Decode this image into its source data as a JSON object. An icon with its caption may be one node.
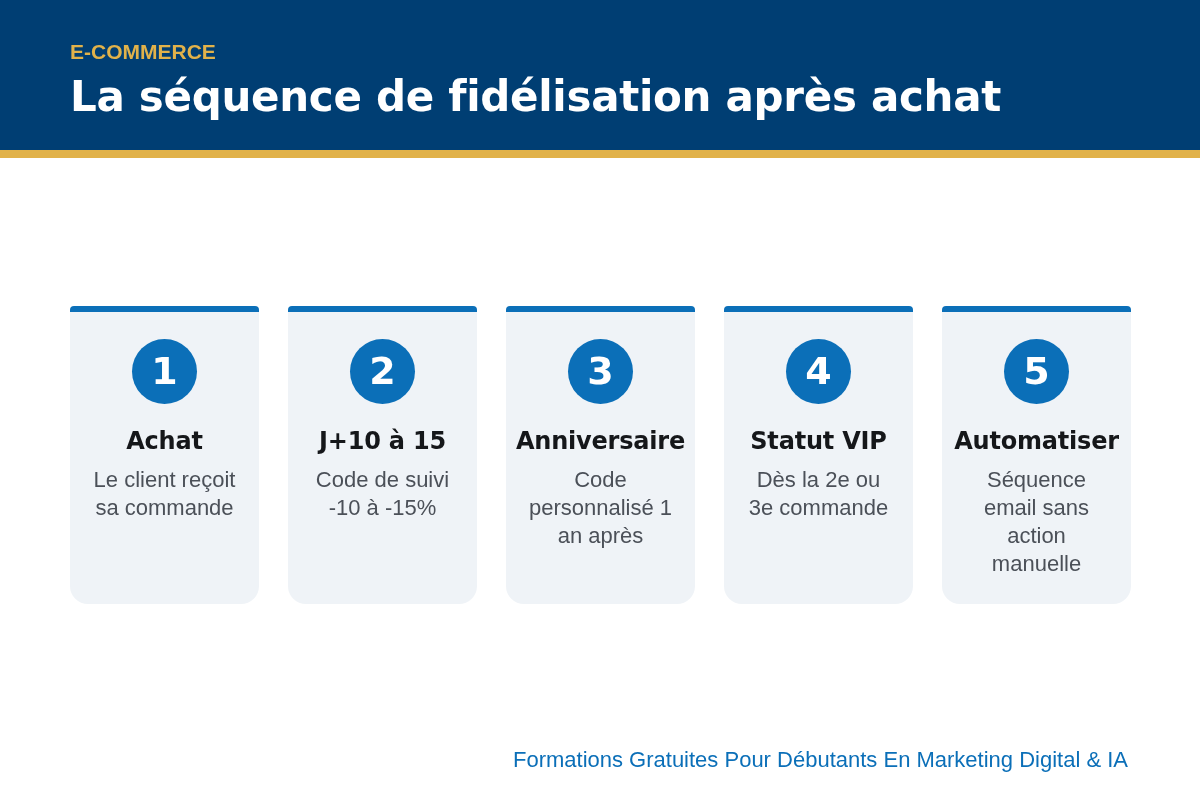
{
  "diagram": {
    "title": "La séquence de fidélisation après achat",
    "nodes": [
      {
        "text": [
          "Achat",
          "Le client reçoit sa commande"
        ]
      },
      {
        "text": [
          "1"
        ],
        "in": 0
      },
      {
        "text": [
          "J+10 à 15",
          "Code de suivi -10 à -15%"
        ]
      },
      {
        "text": [
          "2"
        ],
        "in": 2
      },
      {
        "text": [
          "Anniversaire",
          "Code personnalisé 1 an après"
        ]
      },
      {
        "text": [
          "3"
        ],
        "in": 4
      },
      {
        "text": [
          "Statut VIP",
          "Dès la 2e ou 3e commande"
        ]
      },
      {
        "text": [
          "4"
        ],
        "in": 6
      },
      {
        "text": [
          "Automatiser",
          "Séquence email sans action manuelle"
        ]
      },
      {
        "text": [
          "5"
        ],
        "in": 8
      }
    ],
    "labels": [
      "E-COMMERCE",
      "Formations Gratuites Pour Débutants En Marketing Digital & IA"
    ]
  }
}
